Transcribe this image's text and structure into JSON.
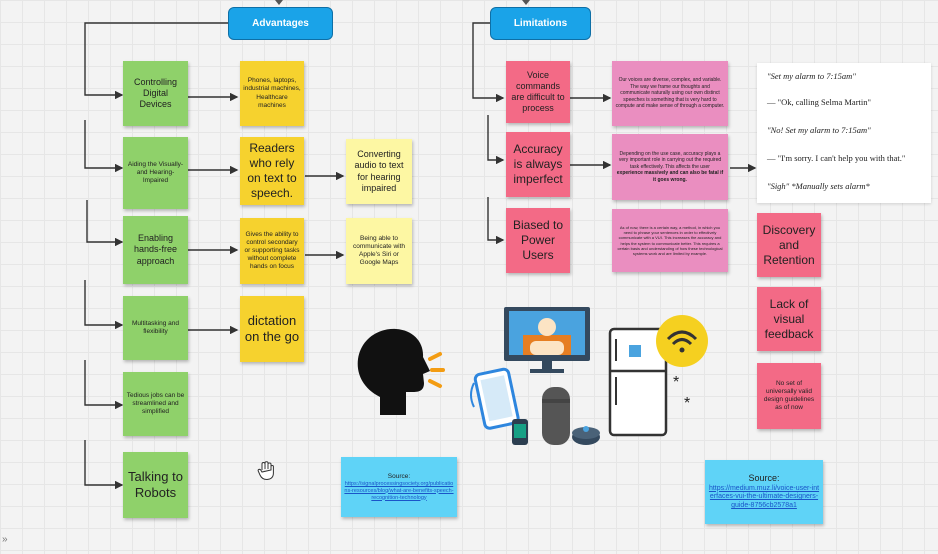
{
  "headers": {
    "advantages": "Advantages",
    "limitations": "Limitations"
  },
  "advantages": [
    {
      "label": "Controlling Digital Devices",
      "detail": "Phones, laptops, industrial machines, Healthcare machines"
    },
    {
      "label": "Aiding the Visually- and Hearing-Impaired",
      "detail": "Readers who rely on text to speech.",
      "extra": "Converting audio to text for hearing impaired"
    },
    {
      "label": "Enabling hands-free approach",
      "detail": "Gives the ability to control secondary or supporting tasks without complete hands on focus",
      "extra": "Being able to communicate with Apple's Siri or Google Maps"
    },
    {
      "label": "Multitasking and flexibility",
      "detail": "dictation on the go"
    },
    {
      "label": "Tedious jobs can be streamlined and simplified"
    },
    {
      "label": "Talking to Robots"
    }
  ],
  "limitations": [
    {
      "label": "Voice commands are difficult to process",
      "detail": "Our voices are diverse, complex, and variable. The way we frame our thoughts and communicate naturally using our own distinct speeches is something that is very hard to compute and make sense of through a computer."
    },
    {
      "label": "Accuracy is always imperfect",
      "detail_a": "Depending on the use case, accuracy plays a very important role in carrying out the required task effectively. This affects the user",
      "detail_b": "experience massively and can also be fatal if it goes wrong."
    },
    {
      "label": "Biased to Power Users",
      "detail": "As of now, there is a certain way, a method, in which you need to phrase your sentences in order to effectively communicate with a VUI. This increases the accuracy and helps the system to communicate better. This requires a certain basis and understanding of how these technological systems work and are limited by example."
    }
  ],
  "conversation": [
    "\"Set my alarm to 7:15am\"",
    "— \"Ok, calling Selma Martin\"",
    "\"No! Set my alarm to 7:15am\"",
    "— \"I'm sorry. I can't help you with that.\"",
    "\"Sigh\" *Manually sets alarm*"
  ],
  "side_notes": {
    "discovery": "Discovery and Retention",
    "feedback": "Lack of visual feedback",
    "guidelines": "No set of universally valid design guidelines as of now"
  },
  "sources": {
    "left": {
      "title": "Source:",
      "url": "https://signalprocessingsociety.org/publications-resources/blog/what-are-benefits-speech-recognition-technology"
    },
    "right": {
      "title": "Source:",
      "url": "https://medium.muz.li/voice-user-interfaces-vui-the-ultimate-designers-guide-8756cb2578a1"
    }
  },
  "corner_glyph": "»",
  "icons": [
    "speaking-head-icon",
    "smart-devices-icon",
    "hand-cursor-icon"
  ],
  "colors": {
    "header": "#1aa3e8",
    "green": "#8fd16a",
    "yellow": "#f6d22e",
    "light_yellow": "#fdf7a3",
    "pink": "#f36a86",
    "light_pink": "#ea8ec0",
    "cyan": "#5fd3f7"
  }
}
